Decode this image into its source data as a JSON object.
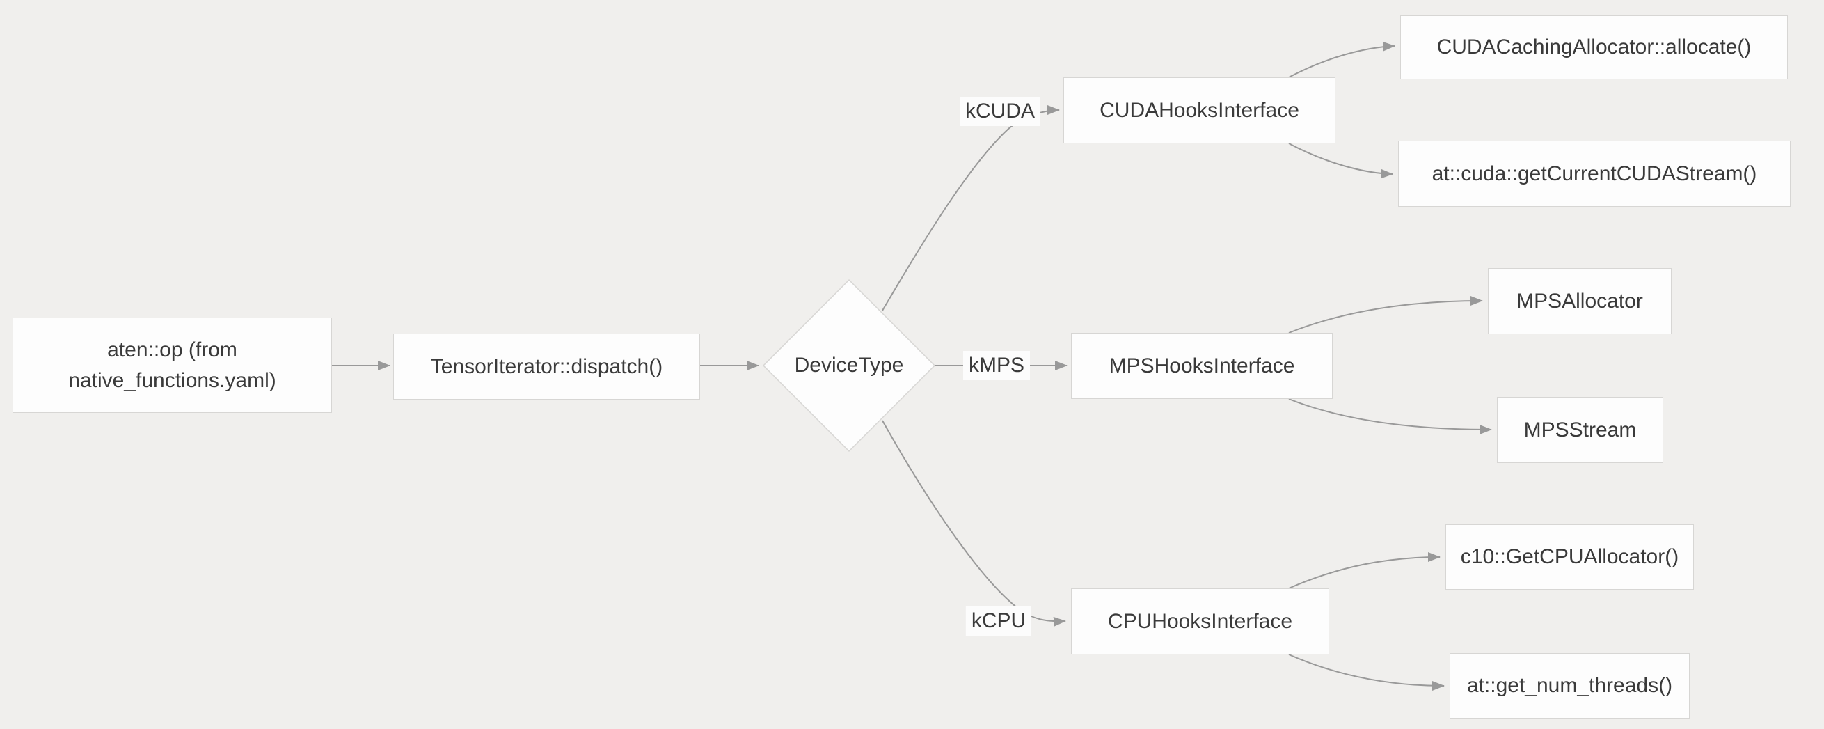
{
  "colors": {
    "background": "#f0efed",
    "node_fill": "#fdfdfd",
    "node_border": "#d7d6d4",
    "edge": "#999999",
    "text": "#3a3a3a",
    "edge_label_bg": "#fcfcfc"
  },
  "flow": {
    "start": {
      "label": "aten::op (from native_functions.yaml)"
    },
    "dispatch": {
      "label": "TensorIterator::dispatch()"
    },
    "decision": {
      "label": "DeviceType"
    },
    "branches": [
      {
        "edge_label": "kCUDA",
        "hook": "CUDAHooksInterface",
        "leaves": [
          "CUDACachingAllocator::allocate()",
          "at::cuda::getCurrentCUDAStream()"
        ]
      },
      {
        "edge_label": "kMPS",
        "hook": "MPSHooksInterface",
        "leaves": [
          "MPSAllocator",
          "MPSStream"
        ]
      },
      {
        "edge_label": "kCPU",
        "hook": "CPUHooksInterface",
        "leaves": [
          "c10::GetCPUAllocator()",
          "at::get_num_threads()"
        ]
      }
    ]
  }
}
